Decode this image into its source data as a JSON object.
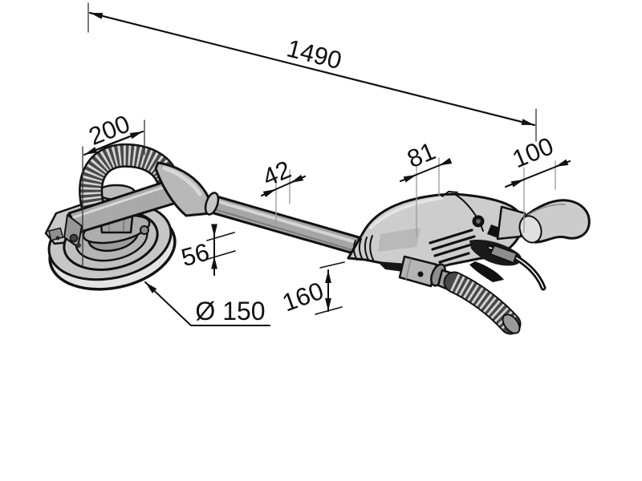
{
  "drawing": {
    "dimensions": {
      "overall_length": "1490",
      "head_width": "200",
      "tube_diameter": "42",
      "housing_width": "81",
      "handle_length": "100",
      "head_height": "56",
      "housing_height": "160",
      "pad_diameter": "Ø 150"
    },
    "colors": {
      "line": "#111111",
      "body_light": "#cdcdcd",
      "body_mid": "#a6a6a6",
      "body_dark": "#3a3a3a",
      "hose_rib": "#d6d6d6",
      "background": "#ffffff"
    }
  }
}
